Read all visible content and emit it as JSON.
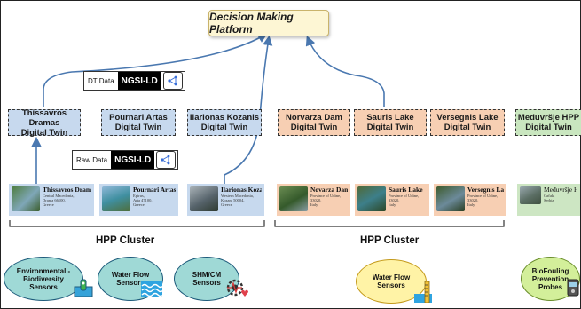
{
  "platform": {
    "label": "Decision Making Platform"
  },
  "badges": [
    {
      "label": "DT Data",
      "format": "NGSI-LD",
      "icon": "ngsi-ld-graph-icon"
    },
    {
      "label": "Raw Data",
      "format": "NGSI-LD",
      "icon": "ngsi-ld-graph-icon"
    }
  ],
  "twins": [
    {
      "line1": "Thissavros Dramas",
      "line2": "Digital Twin",
      "color": "#c7d9ee"
    },
    {
      "line1": "Pournari Artas",
      "line2": "Digital Twin",
      "color": "#c7d9ee"
    },
    {
      "line1": "Ilarionas Kozanis",
      "line2": "Digital Twin",
      "color": "#c7d9ee"
    },
    {
      "line1": "Norvarza Dam",
      "line2": "Digital Twin",
      "color": "#f7cfb3"
    },
    {
      "line1": "Sauris Lake",
      "line2": "Digital Twin",
      "color": "#f7cfb3"
    },
    {
      "line1": "Versegnis Lake",
      "line2": "Digital Twin",
      "color": "#f7cfb3"
    },
    {
      "line1": "Meduvršje HPP",
      "line2": "Digital Twin",
      "color": "#c9e6bf"
    }
  ],
  "sites": [
    {
      "name": "Thissavros Dramas",
      "address": "Central Macedonia,\nDrama 66100,\nGreece"
    },
    {
      "name": "Pournari Artas",
      "address": "Epirus,\nArta 47100,\nGreece"
    },
    {
      "name": "Ilarionas Kozanis",
      "address": "Western Macedonia,\nKozani 50004,\nGreece"
    },
    {
      "name": "Novarza Dam",
      "address": "Province of Udine,\n33020,\nItaly"
    },
    {
      "name": "Sauris Lake",
      "address": "Province of Udine,\n33020,\nItaly"
    },
    {
      "name": "Versegnis Lake",
      "address": "Province of Udine,\n33020,\nItaly"
    },
    {
      "name": "Međuvršje HP Pla",
      "address": "Čačak,\nSerbia"
    }
  ],
  "clusters": [
    {
      "label": "HPP Cluster"
    },
    {
      "label": "HPP Cluster"
    }
  ],
  "sensors": [
    {
      "label": "Environmental - Biodiversity Sensors",
      "icon": "ph-meter-icon"
    },
    {
      "label": "Water Flow Sensors",
      "icon": "water-waves-icon"
    },
    {
      "label": "SHM/CM Sensors",
      "icon": "gear-pulse-icon"
    },
    {
      "label": "Water Flow Sensors",
      "icon": "flow-gauge-icon"
    },
    {
      "label": "BioFouling Prevention Probes",
      "icon": "probe-device-icon"
    }
  ]
}
